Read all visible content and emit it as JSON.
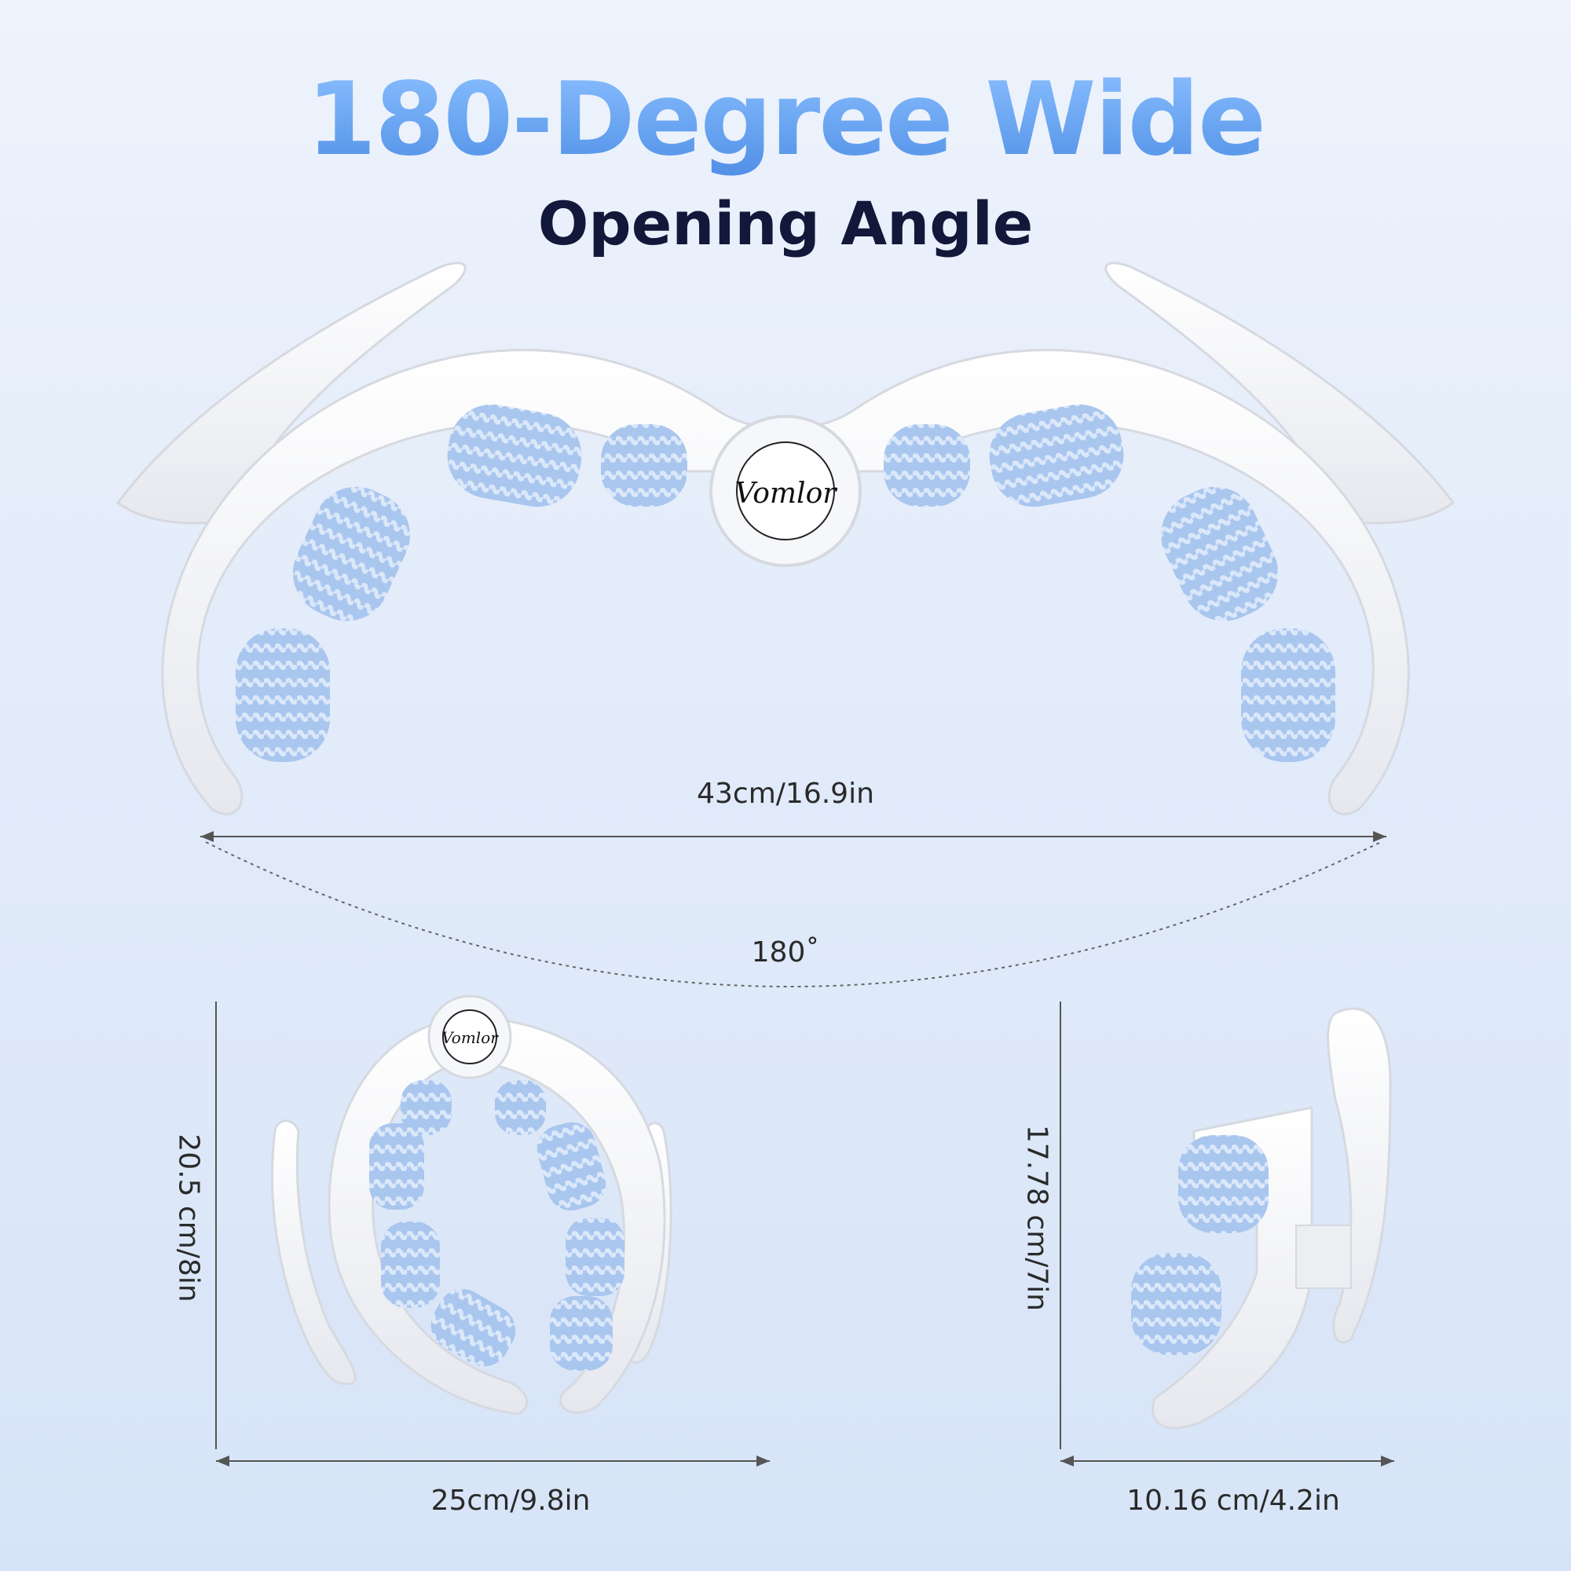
{
  "headline": {
    "title": "180-Degree Wide",
    "subtitle": "Opening Angle"
  },
  "brand": {
    "logo_text": "Vomlor",
    "accent_color": "#6aa3ee",
    "roller_color": "#a9c6ee",
    "body_color": "#f4f5f8"
  },
  "dimensions": {
    "open_width": "43cm/16.9in",
    "open_angle": "180˚",
    "closed_height": "20.5 cm/8in",
    "closed_width": "25cm/9.8in",
    "side_height": "17.78 cm/7in",
    "side_width": "10.16 cm/4.2in"
  }
}
